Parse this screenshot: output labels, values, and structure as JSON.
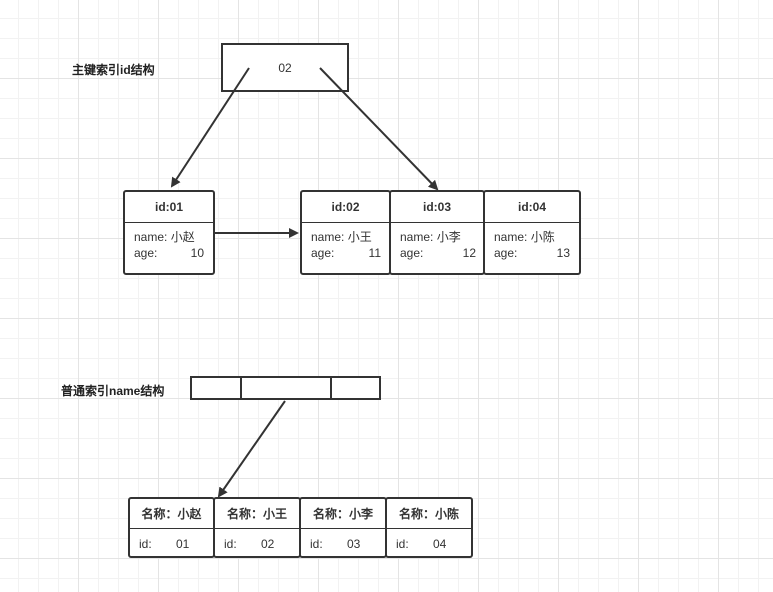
{
  "primary_index": {
    "label": "主键索引id结构",
    "root_key": "02",
    "records": [
      {
        "id_label": "id:01",
        "name_label": "name:",
        "name": "小赵",
        "age_label": "age:",
        "age": "10"
      },
      {
        "id_label": "id:02",
        "name_label": "name:",
        "name": "小王",
        "age_label": "age:",
        "age": "11"
      },
      {
        "id_label": "id:03",
        "name_label": "name:",
        "name": "小李",
        "age_label": "age:",
        "age": "12"
      },
      {
        "id_label": "id:04",
        "name_label": "name:",
        "name": "小陈",
        "age_label": "age:",
        "age": "13"
      }
    ]
  },
  "secondary_index": {
    "label": "普通索引name结构",
    "records": [
      {
        "name_label": "名称：",
        "name": "小赵",
        "id_label": "id:",
        "id": "01"
      },
      {
        "name_label": "名称：",
        "name": "小王",
        "id_label": "id:",
        "id": "02"
      },
      {
        "name_label": "名称：",
        "name": "小李",
        "id_label": "id:",
        "id": "03"
      },
      {
        "name_label": "名称：",
        "name": "小陈",
        "id_label": "id:",
        "id": "04"
      }
    ]
  },
  "colors": {
    "line": "#333333",
    "grid_major": "#e4e4e4",
    "grid_minor": "#f2f2f2"
  }
}
